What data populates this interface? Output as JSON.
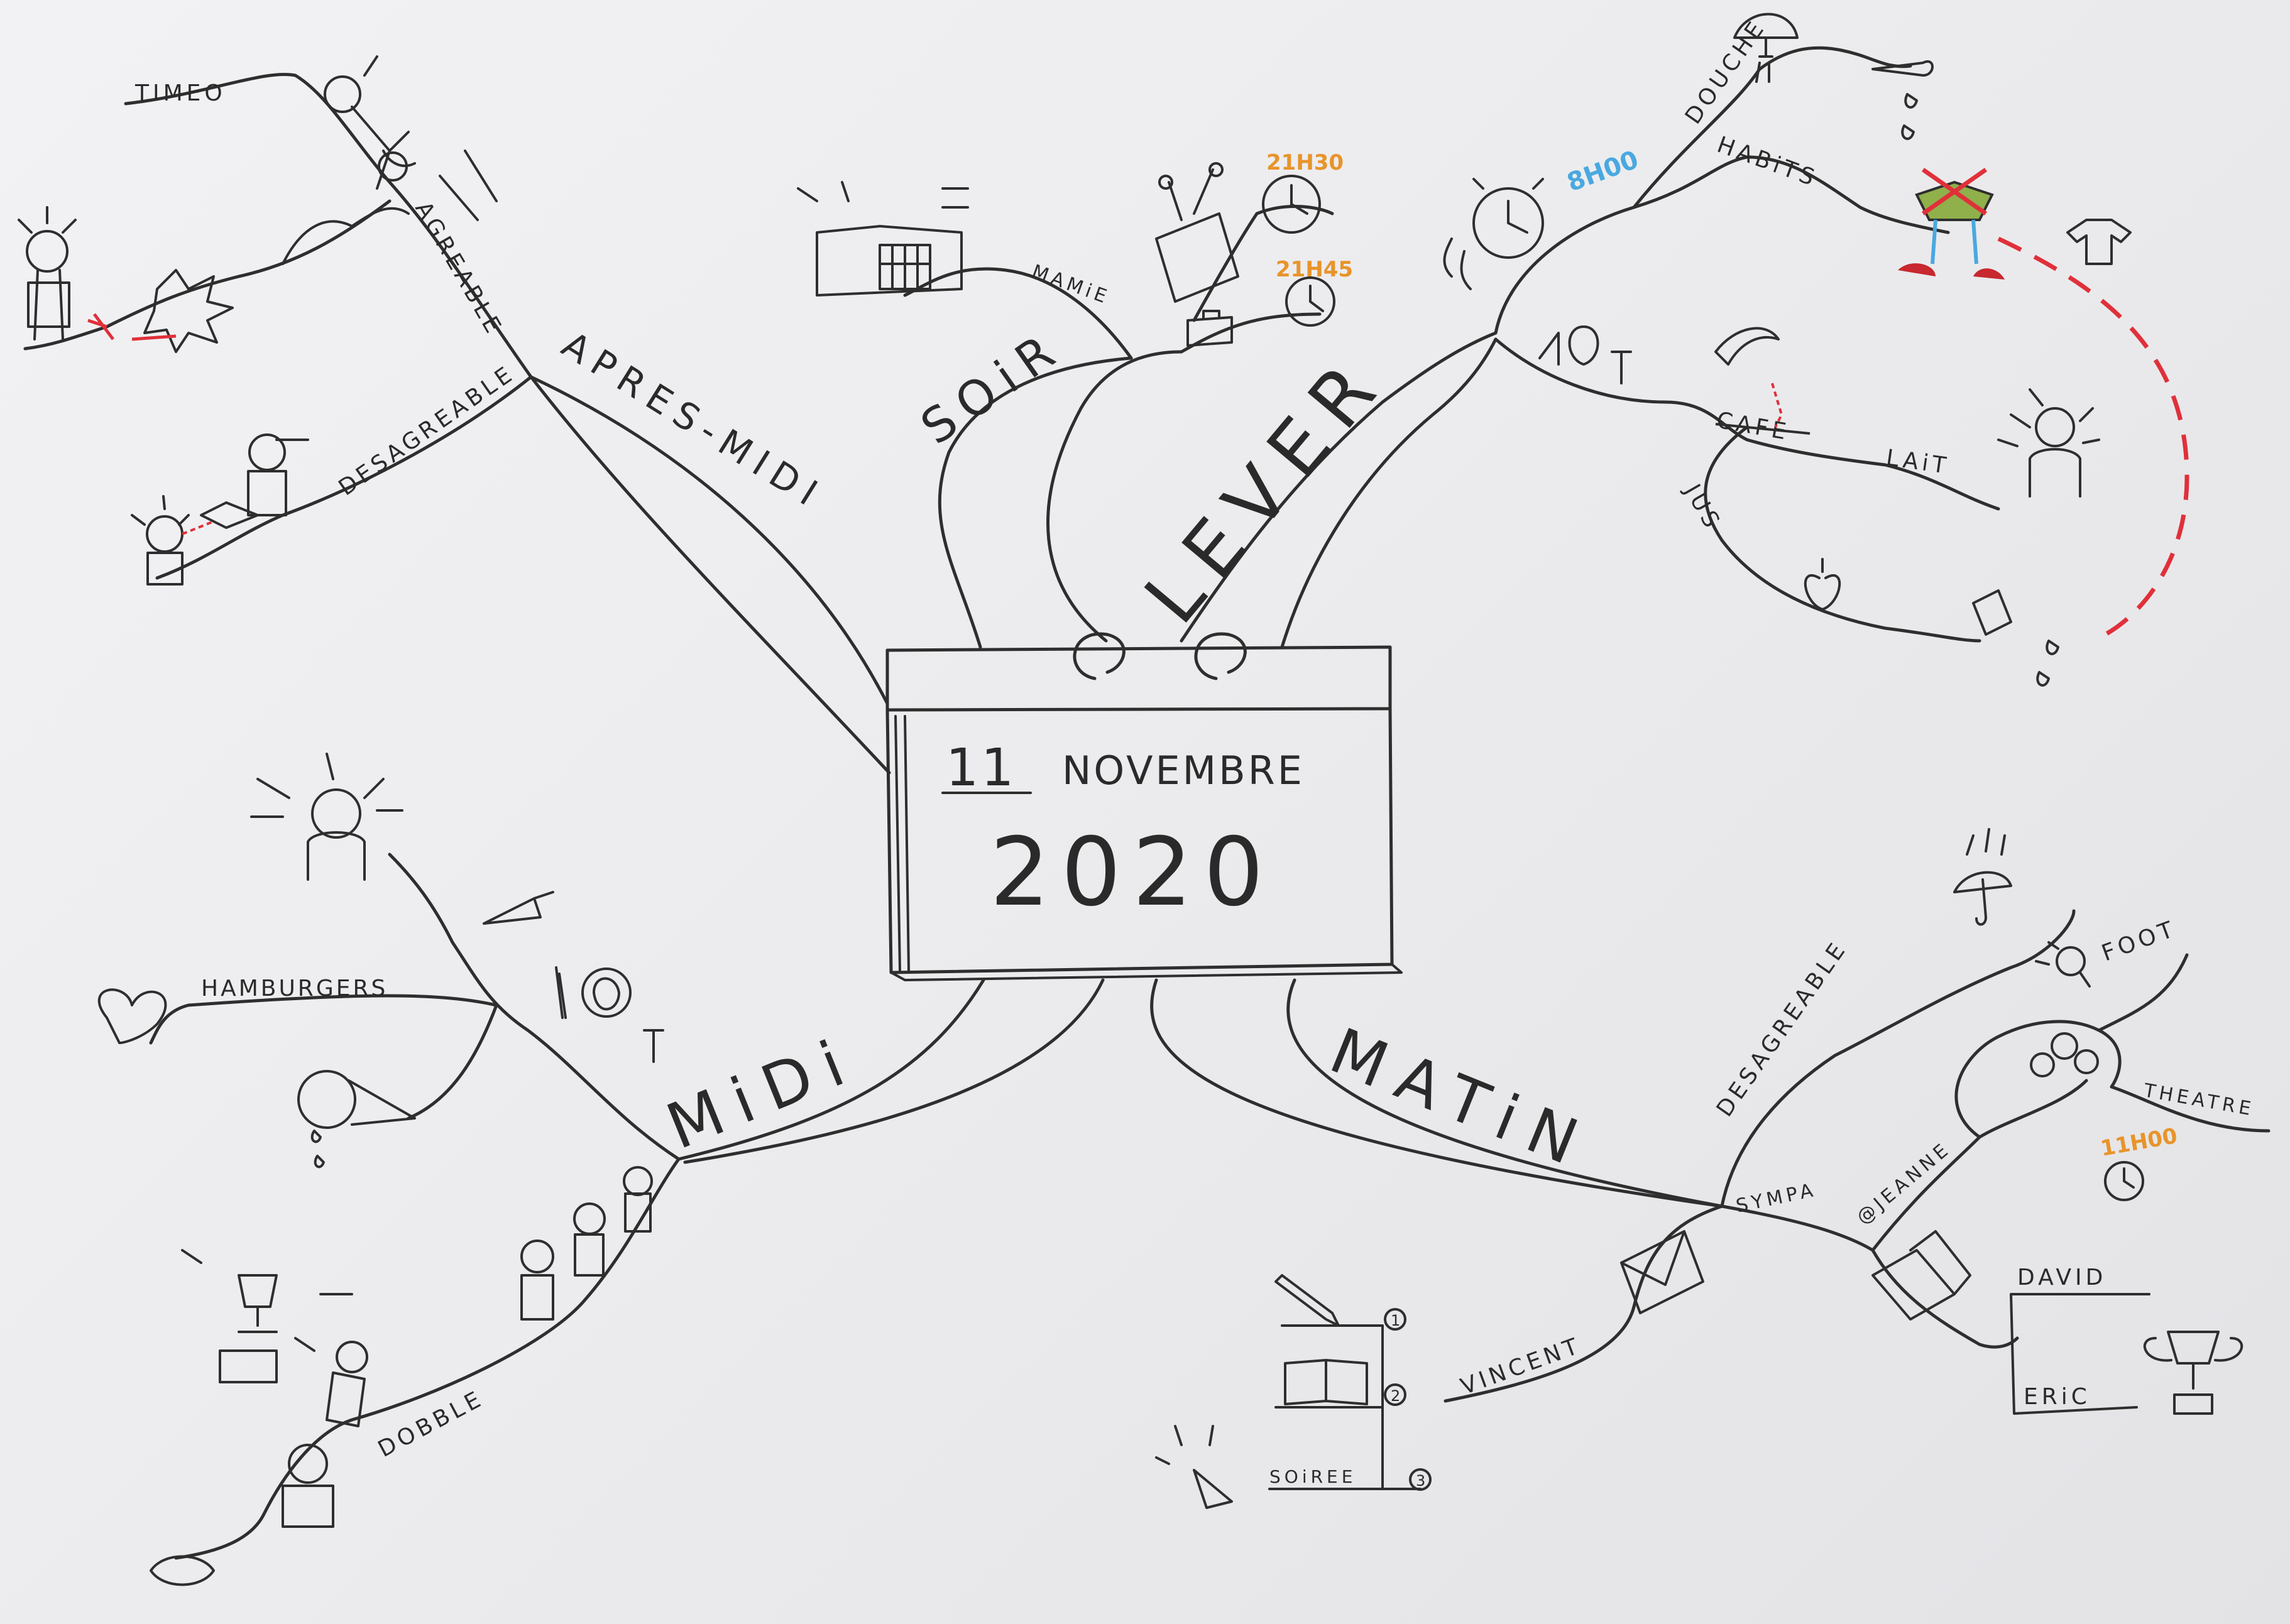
{
  "center": {
    "day": "11",
    "month": "NOVEMBRE",
    "year": "2020"
  },
  "branches": {
    "apres_midi": {
      "label": "APRES-MIDI",
      "agreable": "AGREABLE",
      "desagreable": "DESAGREABLE",
      "timeo": "TIMEO"
    },
    "soir": {
      "label": "SOiR",
      "mamie": "MAMiE",
      "time1": "21H30",
      "time2": "21H45"
    },
    "lever": {
      "label": "LEVER",
      "time": "8H00",
      "douche": "DOUCHE",
      "habits": "HABiTS",
      "cafe": "CAFE",
      "lait": "LAiT",
      "jus": "JUS"
    },
    "midi": {
      "label": "MiDi",
      "hamburgers": "HAMBURGERS",
      "dobble": "DOBBLE"
    },
    "matin": {
      "label": "MATiN",
      "desagreable": "DESAGREABLE",
      "foot": "FOOT",
      "theatre": "THEATRE",
      "time": "11H00",
      "sympa": "SYMPA",
      "jeanne": "@JEANNE",
      "david": "DAVID",
      "eric": "ERiC",
      "vincent": "VINCENT",
      "soiree": "SOiREE",
      "n1": "1",
      "n2": "2",
      "n3": "3"
    }
  },
  "colors": {
    "ink": "#2e2e2e",
    "red": "#e0303a",
    "orange": "#e8942a",
    "blue": "#4aa8e0",
    "green": "#8fb04a"
  }
}
